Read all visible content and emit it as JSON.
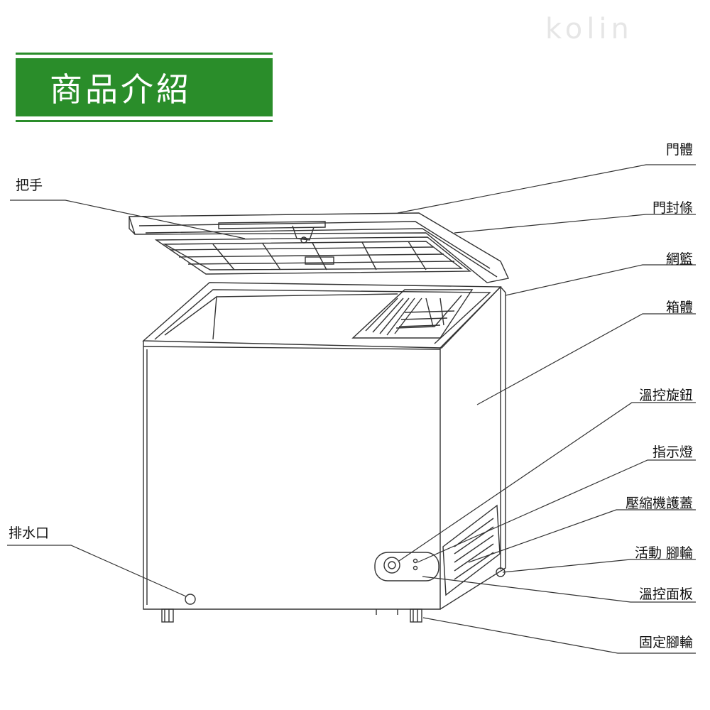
{
  "banner": {
    "title": "商品介紹",
    "color": "#2a8d2a"
  },
  "watermark": "kolin",
  "labels": {
    "handle": "把手",
    "door_body": "門體",
    "door_seal": "門封條",
    "basket": "網籃",
    "cabinet": "箱體",
    "thermostat_knob": "溫控旋鈕",
    "indicator": "指示燈",
    "compressor_cover": "壓縮機護蓋",
    "caster": "活動 腳輪",
    "control_panel": "溫控面板",
    "drain": "排水口",
    "fixed_foot": "固定腳輪"
  }
}
